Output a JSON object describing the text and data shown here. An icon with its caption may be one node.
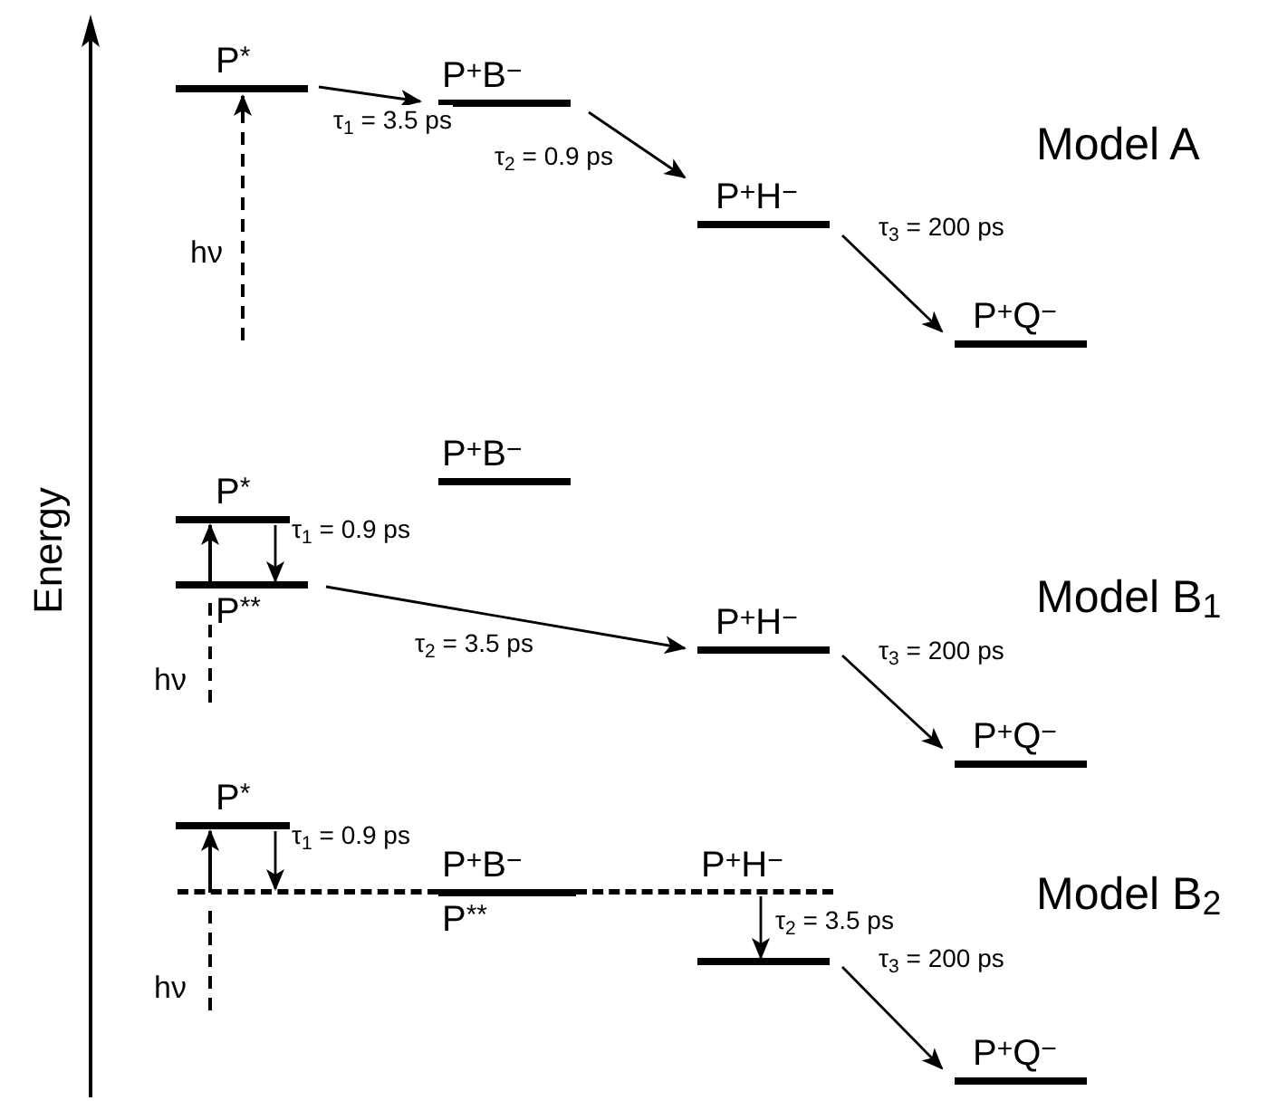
{
  "diagram": {
    "nodes": [
      {
        "text": [
          "P$^{*}$"
        ]
      },
      {
        "text": [
          "P$^{+}$B$^{−}$"
        ]
      },
      {
        "text": [
          "P$^{+}$H$^{−}$"
        ]
      },
      {
        "text": [
          "P$^{+}$Q$^{−}$"
        ]
      },
      {
        "text": [
          "P$^{+}$B$^{−}$"
        ]
      },
      {
        "text": [
          "P$^{*}$"
        ]
      },
      {
        "text": [
          "P$^{**}$"
        ]
      },
      {
        "text": [
          "P$^{+}$H$^{−}$"
        ]
      },
      {
        "text": [
          "P$^{+}$Q$^{−}$"
        ]
      },
      {
        "text": [
          "P$^{*}$"
        ]
      },
      {
        "text": [
          "P$^{+}$B$^{−}$",
          "P$^{**}$"
        ]
      },
      {
        "text": [
          "P$^{+}$H$^{−}$"
        ]
      },
      {
        "text": [],
        "shape": "bar"
      },
      {
        "text": [
          "P$^{+}$Q$^{−}$"
        ]
      }
    ],
    "edges": [
      {
        "from": null,
        "to": 0,
        "arrow": "to",
        "style": "dashed",
        "label": "hν"
      },
      {
        "from": 0,
        "to": 1,
        "arrow": "to",
        "label": "τ$_{1}$ = 3.5 ps"
      },
      {
        "from": 1,
        "to": 2,
        "arrow": "to",
        "label": "τ$_{2}$ = 0.9 ps"
      },
      {
        "from": 2,
        "to": 3,
        "arrow": "to",
        "label": "τ$_{3}$ = 200 ps"
      },
      {
        "from": null,
        "to": 5,
        "arrow": "to",
        "style": "dashed",
        "label": "hν"
      },
      {
        "from": 5,
        "to": 6,
        "arrow": "to",
        "label": "τ$_{1}$ = 0.9 ps"
      },
      {
        "from": 6,
        "to": 7,
        "arrow": "to",
        "label": "τ$_{2}$ = 3.5 ps"
      },
      {
        "from": 7,
        "to": 8,
        "arrow": "to",
        "label": "τ$_{3}$ = 200 ps"
      },
      {
        "from": null,
        "to": 9,
        "arrow": "to",
        "style": "dashed",
        "label": "hν"
      },
      {
        "from": 9,
        "to": 10,
        "arrow": "to",
        "label": "τ$_{1}$ = 0.9 ps"
      },
      {
        "from": 11,
        "to": 12,
        "arrow": "to",
        "label": "τ$_{2}$ = 3.5 ps"
      },
      {
        "from": 12,
        "to": 13,
        "arrow": "to",
        "label": "τ$_{3}$ = 200 ps"
      }
    ],
    "labels": [
      "Energy",
      "Model A",
      "Model B$_{1}$",
      "Model B$_{2}$"
    ]
  }
}
